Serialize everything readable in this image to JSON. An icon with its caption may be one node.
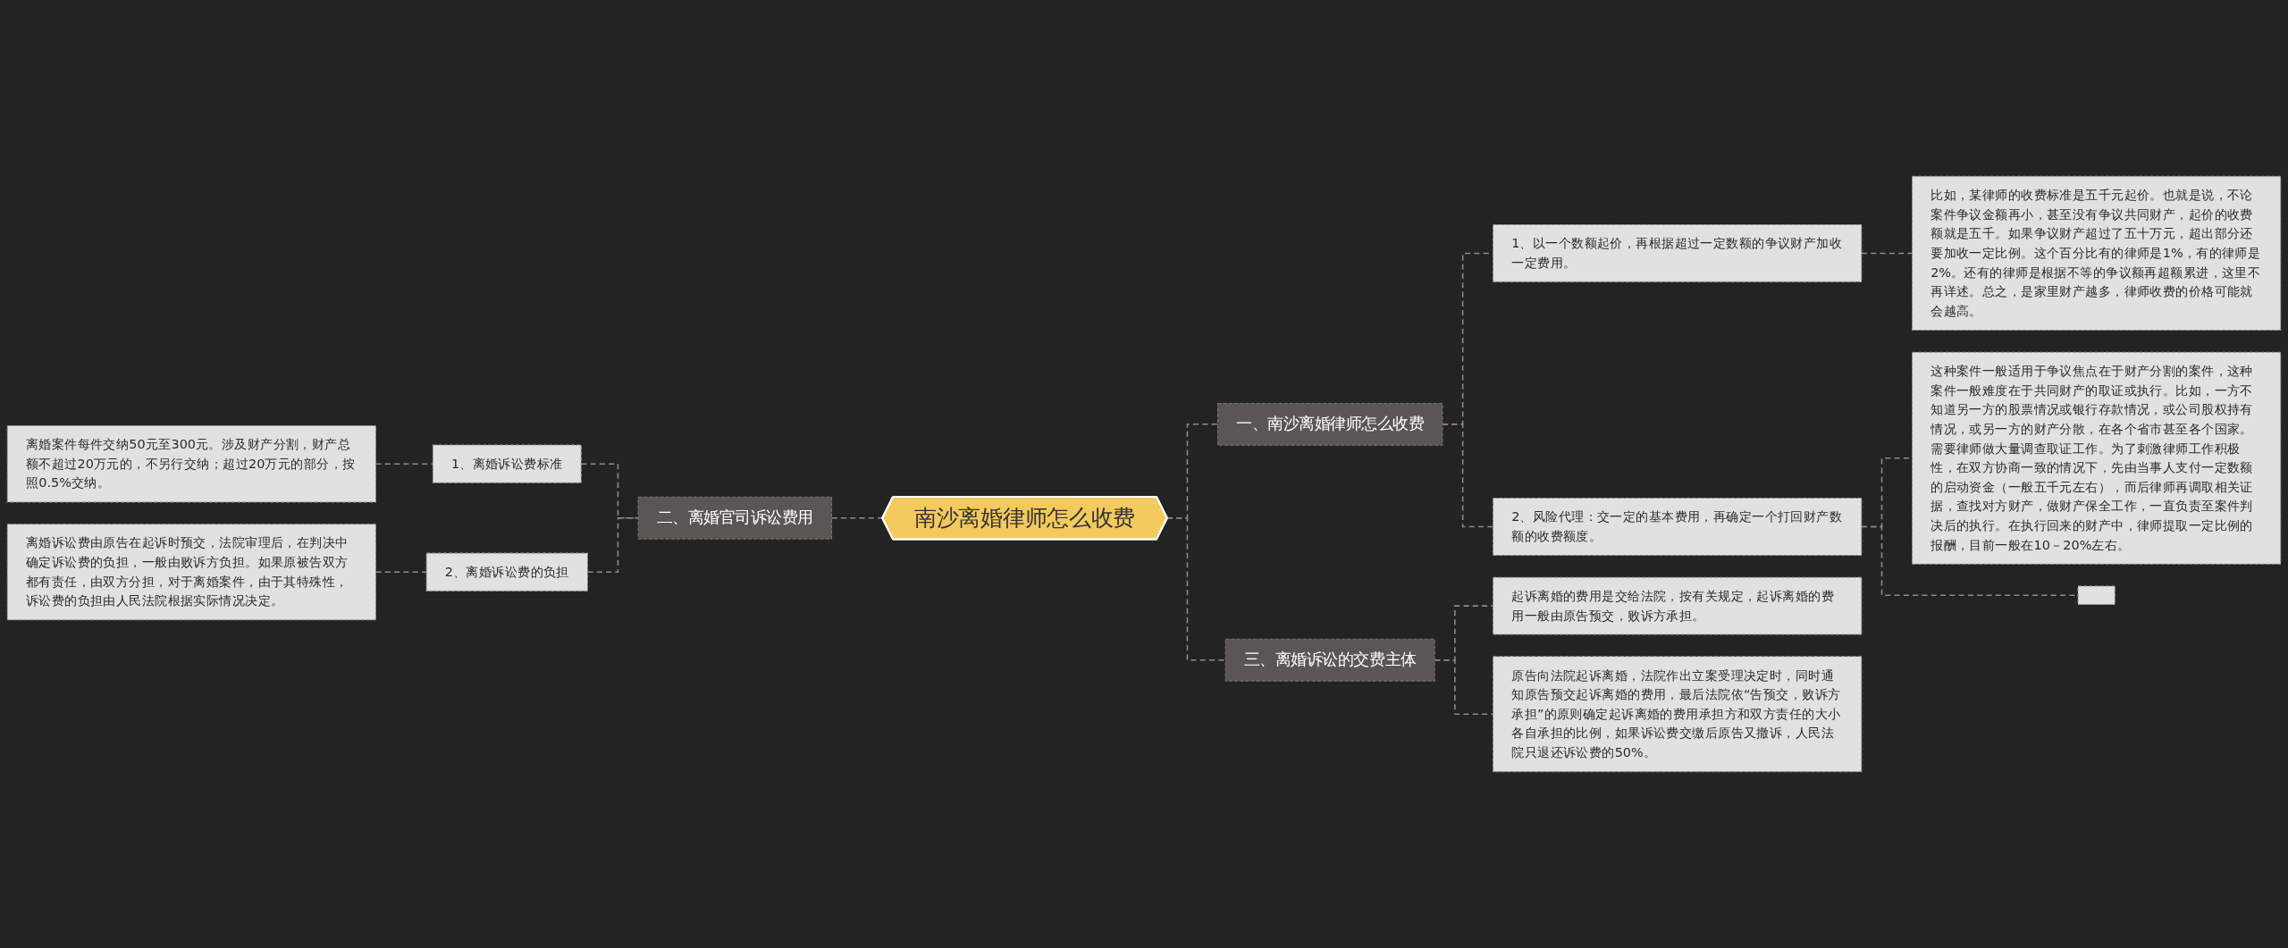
{
  "diagram": {
    "nodes": [
      {
        "text": [
          "南沙离婚律师怎么收费"
        ]
      },
      {
        "text": [
          "一、南沙离婚律师怎么收费"
        ]
      },
      {
        "text": [
          "1、以一个数额起价，再根据超过一定数额的争议财产加收一定费用。"
        ]
      },
      {
        "text": [
          "比如，某律师的收费标准是五千元起价。也就是说，不论案件争议金额再小，甚至没有争议共同财产，起价的收费额就是五千。如果争议财产超过了五十万元，超出部分还要加收一定比例。这个百分比有的律师是1%，有的律师是2%。还有的律师是根据不等的争议额再超额累进，这里不再详述。总之，是家里财产越多，律师收费的价格可能就会越高。"
        ]
      },
      {
        "text": [
          "2、风险代理：交一定的基本费用，再确定一个打回财产数额的收费额度。"
        ]
      },
      {
        "text": [
          "这种案件一般适用于争议焦点在于财产分割的案件，这种案件一般难度在于共同财产的取证或执行。比如，一方不知道另一方的股票情况或银行存款情况，或公司股权持有情况，或另一方的财产分散，在各个省市甚至各个国家。需要律师做大量调查取证工作。为了刺激律师工作积极性，在双方协商一致的情况下，先由当事人支付一定数额的启动资金（一般五千元左右），而后律师再调取相关证据，查找对方财产，做财产保全工作，一直负责至案件判决后的执行。在执行回来的财产中，律师提取一定比例的报酬，目前一般在10－20%左右。"
        ]
      },
      {
        "text": [],
        "shape": "box"
      },
      {
        "text": [
          "二、离婚官司诉讼费用"
        ]
      },
      {
        "text": [
          "1、离婚诉讼费标准"
        ]
      },
      {
        "text": [
          "离婚案件每件交纳50元至300元。涉及财产分割，财产总额不超过20万元的，不另行交纳；超过20万元的部分，按照0.5%交纳。"
        ]
      },
      {
        "text": [
          "2、离婚诉讼费的负担"
        ]
      },
      {
        "text": [
          "离婚诉讼费由原告在起诉时预交，法院审理后，在判决中确定诉讼费的负担，一般由败诉方负担。如果原被告双方都有责任，由双方分担，对于离婚案件，由于其特殊性，诉讼费的负担由人民法院根据实际情况决定。"
        ]
      },
      {
        "text": [
          "三、离婚诉讼的交费主体"
        ]
      },
      {
        "text": [
          "起诉离婚的费用是交给法院，按有关规定，起诉离婚的费用一般由原告预交，败诉方承担。"
        ]
      },
      {
        "text": [
          "原告向法院起诉离婚，法院作出立案受理决定时，同时通知原告预交起诉离婚的费用，最后法院依“告预交，败诉方承担”的原则确定起诉离婚的费用承担方和双方责任的大小各自承担的比例，如果诉讼费交缴后原告又撤诉，人民法院只退还诉讼费的50%。"
        ]
      }
    ],
    "edges": [
      {
        "from": 0,
        "to": 1,
        "arrow": "none",
        "style": "dashed"
      },
      {
        "from": 1,
        "to": 2,
        "arrow": "none",
        "style": "dashed"
      },
      {
        "from": 2,
        "to": 3,
        "arrow": "none",
        "style": "dashed"
      },
      {
        "from": 1,
        "to": 4,
        "arrow": "none",
        "style": "dashed"
      },
      {
        "from": 4,
        "to": 5,
        "arrow": "none",
        "style": "dashed"
      },
      {
        "from": 4,
        "to": 6,
        "arrow": "none",
        "style": "dashed"
      },
      {
        "from": 0,
        "to": 7,
        "arrow": "none",
        "style": "dashed"
      },
      {
        "from": 7,
        "to": 8,
        "arrow": "none",
        "style": "dashed"
      },
      {
        "from": 8,
        "to": 9,
        "arrow": "none",
        "style": "dashed"
      },
      {
        "from": 7,
        "to": 10,
        "arrow": "none",
        "style": "dashed"
      },
      {
        "from": 10,
        "to": 11,
        "arrow": "none",
        "style": "dashed"
      },
      {
        "from": 0,
        "to": 12,
        "arrow": "none",
        "style": "dashed"
      },
      {
        "from": 12,
        "to": 13,
        "arrow": "none",
        "style": "dashed"
      },
      {
        "from": 12,
        "to": 14,
        "arrow": "none",
        "style": "dashed"
      }
    ]
  }
}
